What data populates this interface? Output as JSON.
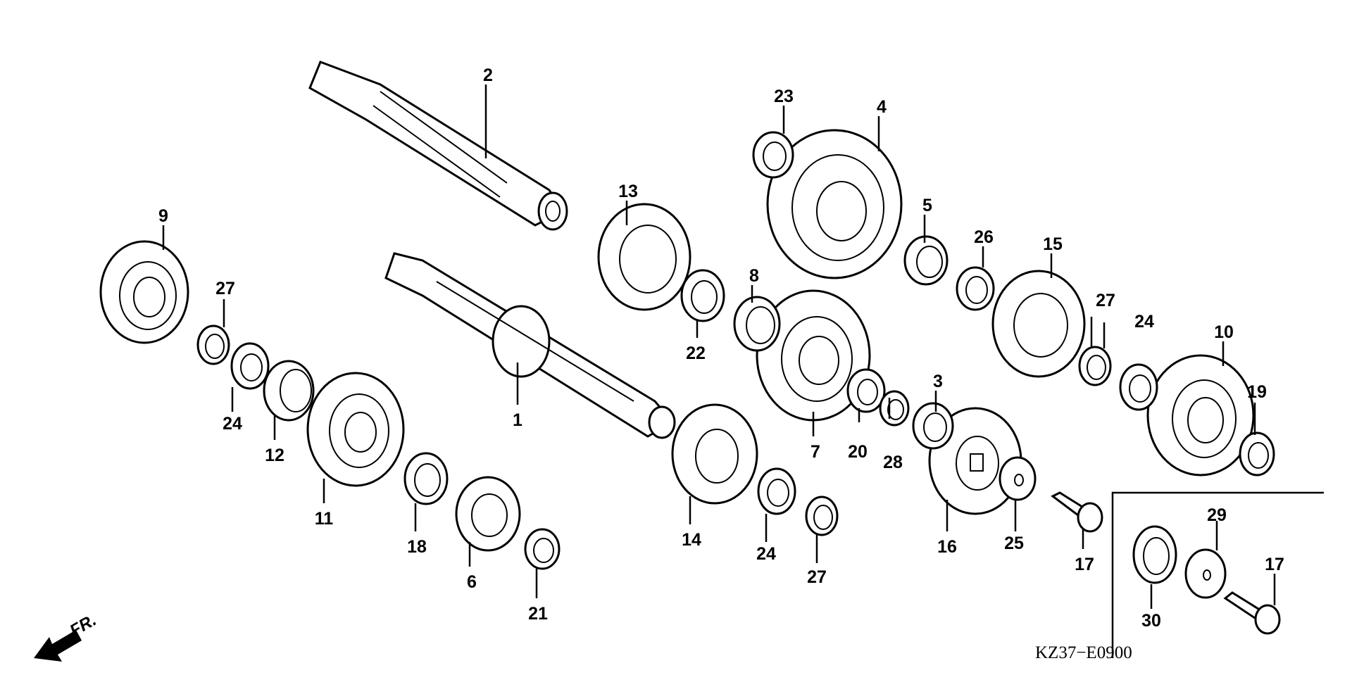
{
  "diagram_code": "KZ37−E0900",
  "direction_label": "FR.",
  "callouts": [
    "1",
    "2",
    "3",
    "4",
    "5",
    "6",
    "7",
    "8",
    "9",
    "10",
    "11",
    "12",
    "13",
    "14",
    "15",
    "16",
    "17",
    "18",
    "19",
    "20",
    "21",
    "22",
    "23",
    "24",
    "25",
    "26",
    "27",
    "28",
    "29",
    "30",
    "24",
    "24",
    "27",
    "27",
    "17"
  ]
}
